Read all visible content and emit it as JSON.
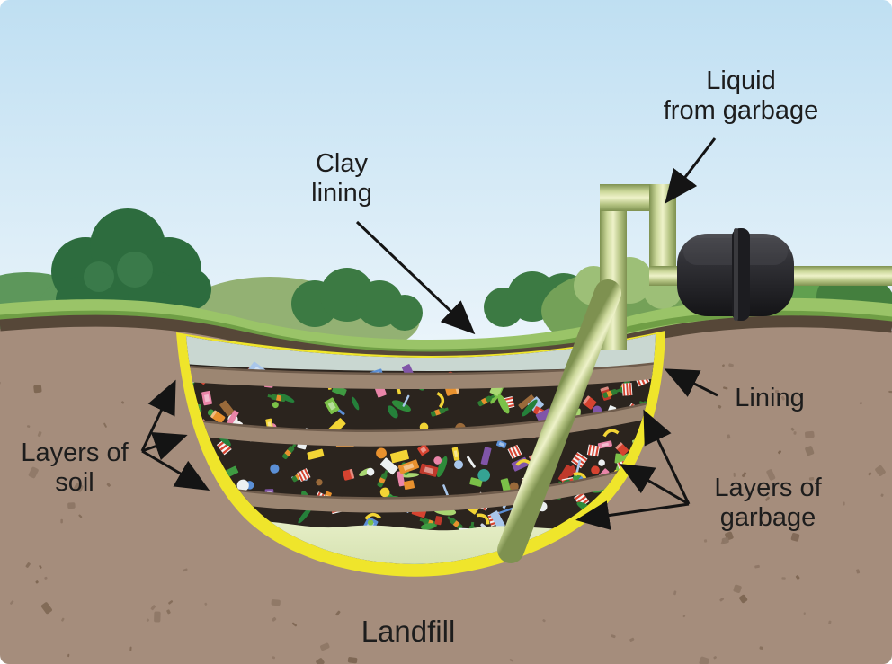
{
  "figure": {
    "title": "Landfill"
  },
  "labels": {
    "liquid_from_garbage": {
      "line1": "Liquid",
      "line2": "from garbage"
    },
    "clay_lining": {
      "line1": "Clay",
      "line2": "lining"
    },
    "lining": {
      "text": "Lining"
    },
    "layers_of_soil": {
      "line1": "Layers of",
      "line2": "soil"
    },
    "layers_of_garbage": {
      "line1": "Layers of",
      "line2": "garbage"
    },
    "landfill": {
      "text": "Landfill"
    }
  },
  "palette": {
    "sky_top": "#bfdff2",
    "sky_bottom": "#eef6fb",
    "grass": "#9ac468",
    "grass_mid": "#6f9e45",
    "soil_dark": "#564738",
    "soil": "#a58d7c",
    "speckle": "#8c7564",
    "speckle2": "#7e6754",
    "lining_yellow": "#efe52b",
    "clay_lining": "#c9d7d1",
    "soil_layer": "#9c8672",
    "soil_layer_edge": "#6f5c4c",
    "garbage_bg": "#2b241e",
    "leachate_light": "#e6eec6",
    "leachate_dark": "#c3d49a",
    "pipe_light": "#eef2c9",
    "pipe_edge": "#7e9150",
    "tank_dark": "#26262a",
    "arrow": "#141414",
    "label_text": "#1d1d1d",
    "bush_dark": "#3c7a43",
    "bush_mid": "#5d975b",
    "bush_olive": "#74a158",
    "bush_sage": "#93b173",
    "tree_green": "#2d6c3e",
    "trunk": "#6b4e37"
  },
  "garbage_palette": [
    "#d64330",
    "#e8912e",
    "#f2d435",
    "#3f9b42",
    "#7bc148",
    "#a9d772",
    "#5b8fd6",
    "#a9c6ea",
    "#f2f2f2",
    "#e985a8",
    "#8055a8",
    "#9a6a3a",
    "#35a393",
    "#c0392b",
    "#ecf0f1"
  ],
  "leaf_palette": [
    "#3f9b42",
    "#7bc148",
    "#2e8a3a",
    "#a9d772",
    "#25803a"
  ],
  "stick_palette": [
    "#a9c6ea",
    "#ecf0f1",
    "#5b8fd6",
    "#cfd8e8"
  ],
  "cup_palette": [
    "#d64330",
    "#e8912e",
    "#c0392b"
  ]
}
